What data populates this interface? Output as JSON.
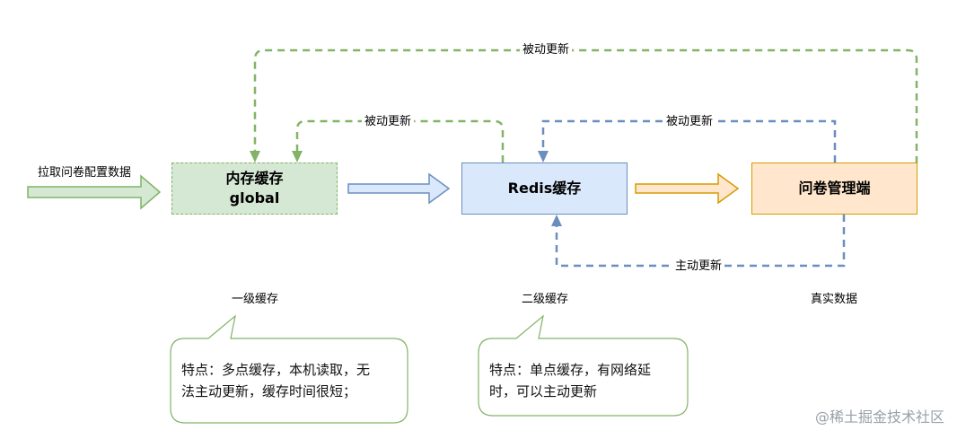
{
  "nodes": {
    "memory_cache": {
      "line1": "内存缓存",
      "line2": "global"
    },
    "redis_cache": {
      "label": "Redis缓存"
    },
    "survey_admin": {
      "label": "问卷管理端"
    }
  },
  "labels": {
    "pull_config": "拉取问卷配置数据",
    "passive_update_top": "被动更新",
    "passive_update_mem": "被动更新",
    "passive_update_redis": "被动更新",
    "active_update": "主动更新"
  },
  "captions": {
    "level1": "一级缓存",
    "level2": "二级缓存",
    "real_data": "真实数据"
  },
  "notes": {
    "level1_line1": "特点：多点缓存，本机读取，无",
    "level1_line2": "法主动更新，缓存时间很短；",
    "level2_line1": "特点：单点缓存，有网络延",
    "level2_line2": "时，可以主动更新"
  },
  "watermark": "@稀土掘金技术社区",
  "colors": {
    "green": "#82b366",
    "blue": "#6c8ebf",
    "orange": "#d79b00",
    "memory_fill": "#d5e8d4",
    "redis_fill": "#dae8fc",
    "admin_fill": "#ffe6cc"
  }
}
